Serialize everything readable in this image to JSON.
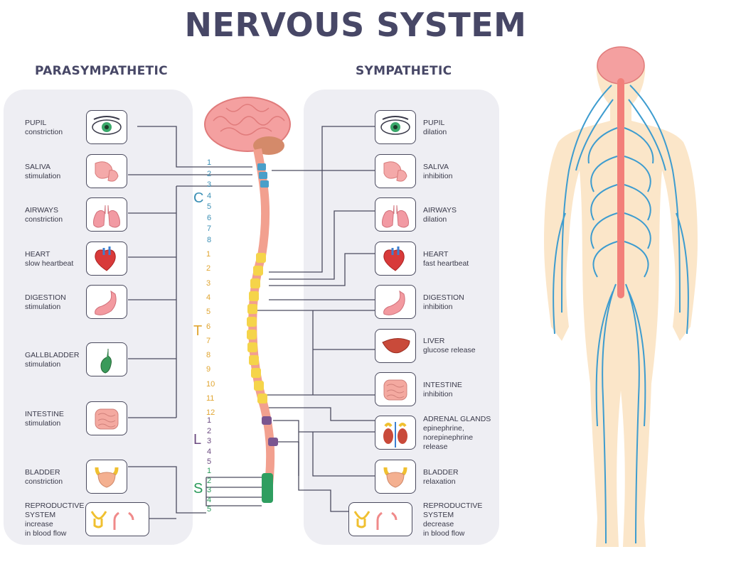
{
  "title": "NERVOUS SYSTEM",
  "para_title": "PARASYMPATHETIC",
  "symp_title": "SYMPATHETIC",
  "para": [
    {
      "l1": "PUPIL",
      "l2": "constriction",
      "icon": "eye-icon"
    },
    {
      "l1": "SALIVA",
      "l2": "stimulation",
      "icon": "salivary-gland-icon"
    },
    {
      "l1": "AIRWAYS",
      "l2": "constriction",
      "icon": "lungs-icon"
    },
    {
      "l1": "HEART",
      "l2": "slow heartbeat",
      "icon": "heart-icon"
    },
    {
      "l1": "DIGESTION",
      "l2": "stimulation",
      "icon": "stomach-icon"
    },
    {
      "l1": "GALLBLADDER",
      "l2": "stimulation",
      "icon": "gallbladder-icon"
    },
    {
      "l1": "INTESTINE",
      "l2": "stimulation",
      "icon": "intestine-icon"
    },
    {
      "l1": "BLADDER",
      "l2": "constriction",
      "icon": "bladder-icon"
    },
    {
      "l1": "REPRODUCTIVE",
      "l2": "SYSTEM",
      "l3": "increase",
      "l4": "in blood flow",
      "icon": "reproductive-icon"
    }
  ],
  "symp": [
    {
      "l1": "PUPIL",
      "l2": "dilation",
      "icon": "eye-icon"
    },
    {
      "l1": "SALIVA",
      "l2": "inhibition",
      "icon": "salivary-gland-icon"
    },
    {
      "l1": "AIRWAYS",
      "l2": "dilation",
      "icon": "lungs-icon"
    },
    {
      "l1": "HEART",
      "l2": "fast heartbeat",
      "icon": "heart-icon"
    },
    {
      "l1": "DIGESTION",
      "l2": "inhibition",
      "icon": "stomach-icon"
    },
    {
      "l1": "LIVER",
      "l2": "glucose release",
      "icon": "liver-icon"
    },
    {
      "l1": "INTESTINE",
      "l2": "inhibition",
      "icon": "intestine-icon"
    },
    {
      "l1": "ADRENAL GLANDS",
      "l2": "epinephrine,",
      "l3": "norepinephrine",
      "l4": "release",
      "icon": "adrenal-icon"
    },
    {
      "l1": "BLADDER",
      "l2": "relaxation",
      "icon": "bladder-icon"
    },
    {
      "l1": "REPRODUCTIVE",
      "l2": "SYSTEM",
      "l3": "decrease",
      "l4": "in blood flow",
      "icon": "reproductive-icon"
    }
  ],
  "spine": {
    "c_letter": "C",
    "t_letter": "T",
    "l_letter": "L",
    "s_letter": "S",
    "c_nums": [
      "1",
      "2",
      "3",
      "4",
      "5",
      "6",
      "7",
      "8"
    ],
    "t_nums": [
      "1",
      "2",
      "3",
      "4",
      "5",
      "6",
      "7",
      "8",
      "9",
      "10",
      "11",
      "12"
    ],
    "l_nums": [
      "1",
      "2",
      "3",
      "4",
      "5"
    ],
    "s_nums": [
      "1",
      "2",
      "3",
      "4",
      "5"
    ],
    "colors": {
      "cervical": "#3b8fb5",
      "thoracic": "#e0a530",
      "lumbar": "#6b4a80",
      "sacral": "#2a9a5a"
    }
  }
}
